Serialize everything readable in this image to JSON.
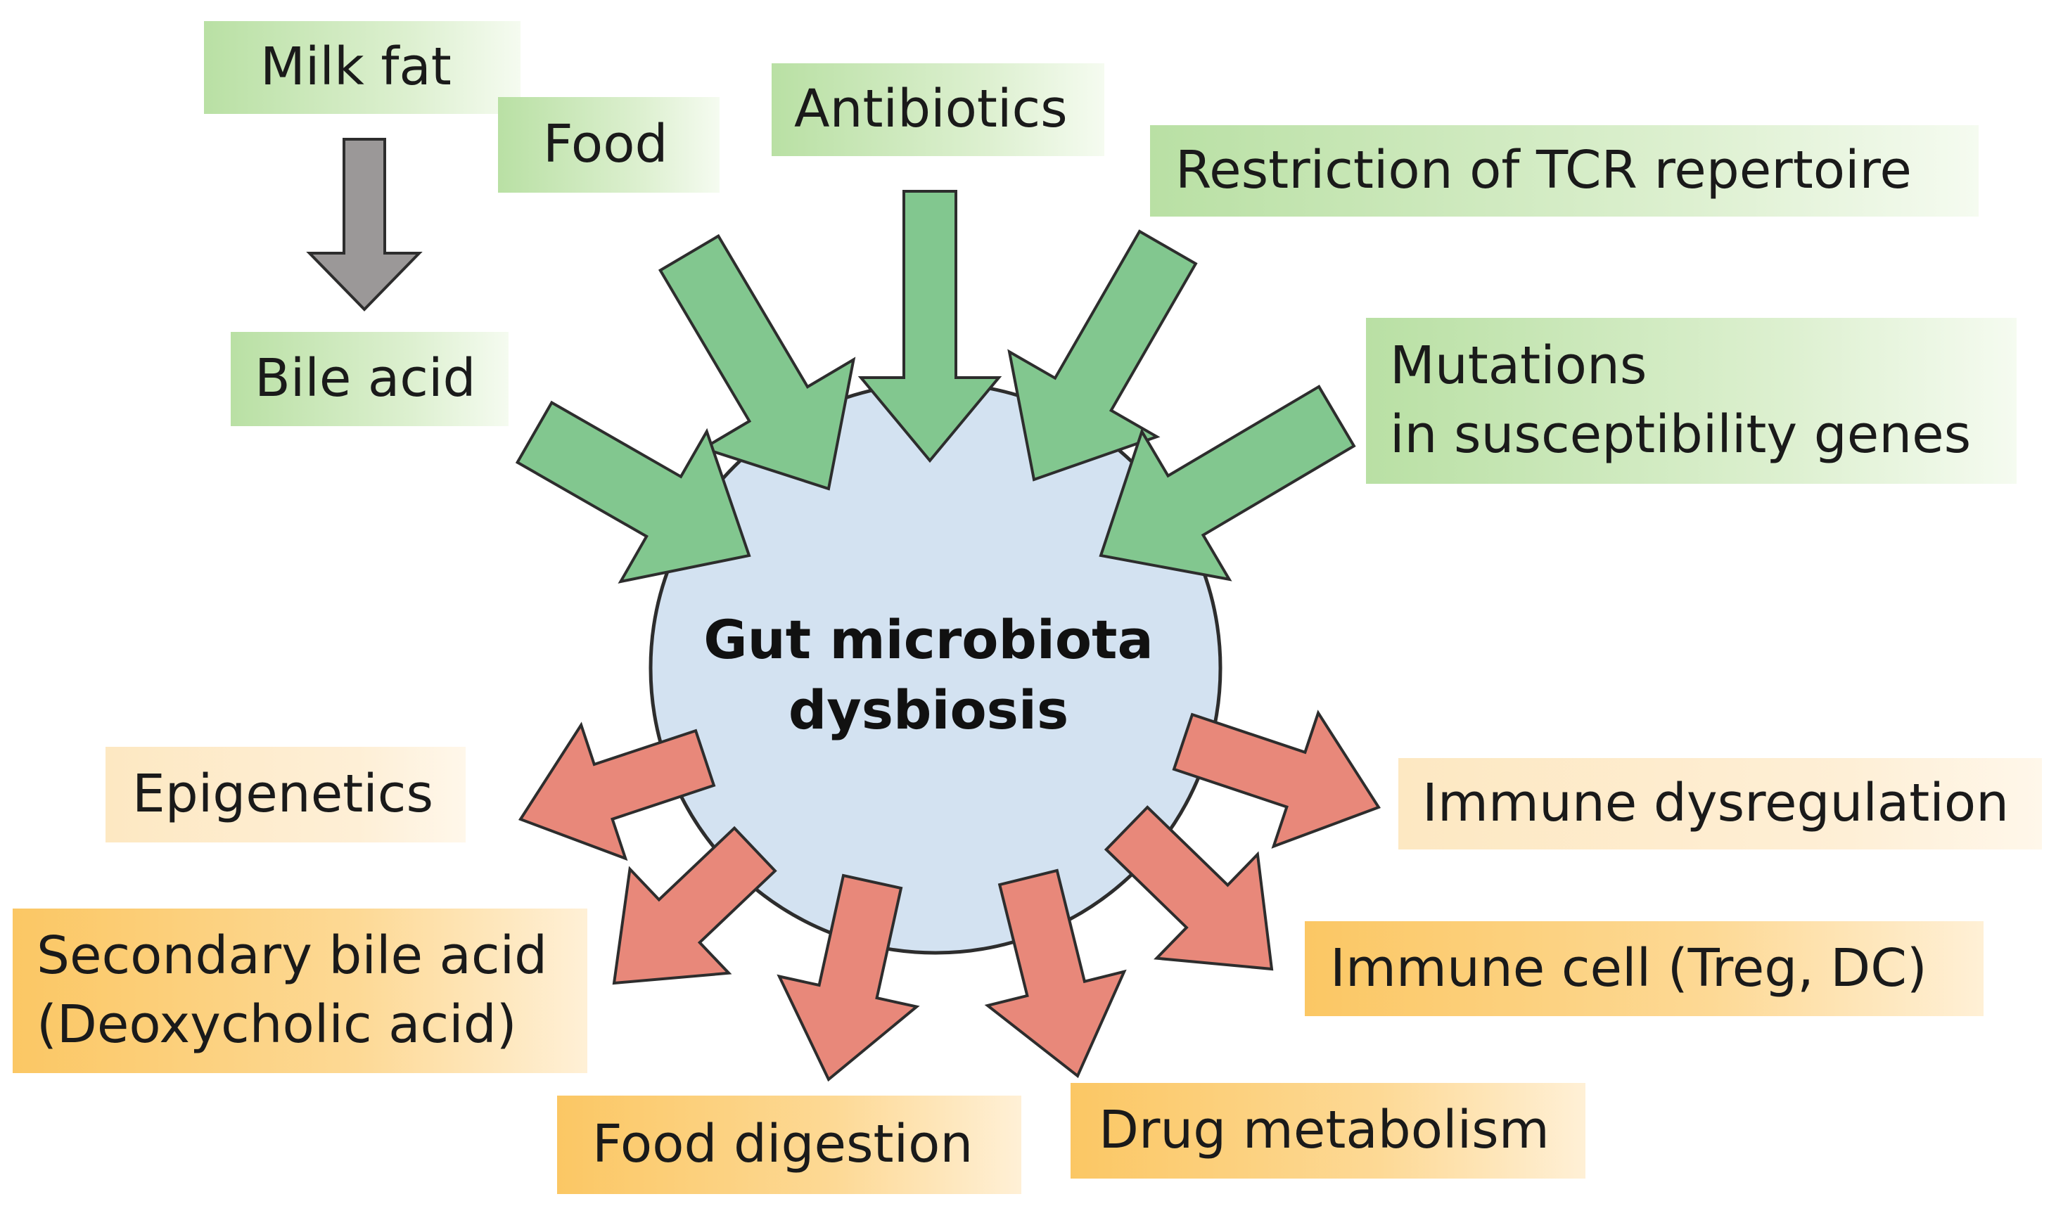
{
  "center": {
    "line1": "Gut microbiota",
    "line2": "dysbiosis"
  },
  "causes": {
    "milk_fat": "Milk fat",
    "food": "Food",
    "antibiotics": "Antibiotics",
    "tcr": "Restriction of TCR repertoire",
    "mutations_line1": "Mutations",
    "mutations_line2": "in susceptibility genes",
    "bile_acid": "Bile acid"
  },
  "effects": {
    "epigenetics": "Epigenetics",
    "immune_dysregulation": "Immune dysregulation",
    "secondary_bile_line1": "Secondary bile acid",
    "secondary_bile_line2": "(Deoxycholic acid)",
    "immune_cell": "Immune cell (Treg, DC)",
    "food_digestion": "Food digestion",
    "drug_metabolism": "Drug metabolism"
  },
  "colors": {
    "circle_fill": "#d3e2f1",
    "cause_arrow": "#82c78f",
    "effect_arrow": "#e8887a",
    "gray_arrow": "#9b9898",
    "outline": "#2d2d2d"
  }
}
